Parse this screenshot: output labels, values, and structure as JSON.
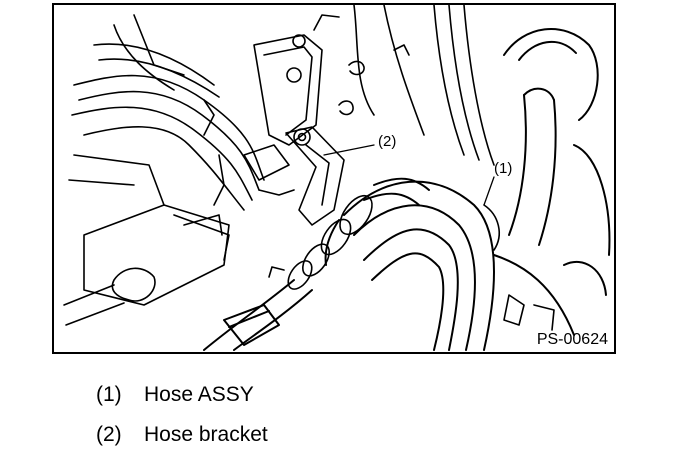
{
  "figure": {
    "id_label": "PS-00624",
    "callouts": [
      {
        "number": "(1)"
      },
      {
        "number": "(2)"
      }
    ]
  },
  "legend": [
    {
      "number": "(1)",
      "label": "Hose ASSY"
    },
    {
      "number": "(2)",
      "label": "Hose bracket"
    }
  ],
  "colors": {
    "line": "#000000",
    "background": "#ffffff"
  }
}
